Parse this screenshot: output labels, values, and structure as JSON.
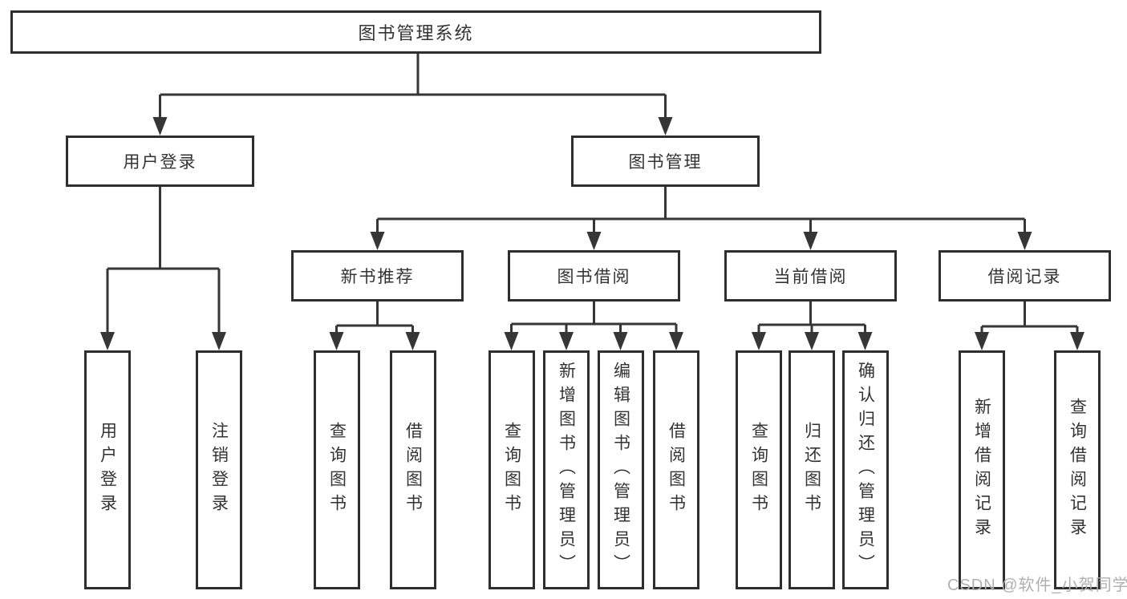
{
  "diagram": {
    "nodes": {
      "root": {
        "label": "图书管理系统"
      },
      "level2": [
        {
          "id": "user-login",
          "label": "用户登录",
          "parent": "图书管理系统"
        },
        {
          "id": "book-management",
          "label": "图书管理",
          "parent": "图书管理系统"
        }
      ],
      "level3": [
        {
          "id": "new-book-recommend",
          "label": "新书推荐",
          "parent": "图书管理"
        },
        {
          "id": "book-borrow",
          "label": "图书借阅",
          "parent": "图书管理"
        },
        {
          "id": "current-borrow",
          "label": "当前借阅",
          "parent": "图书管理"
        },
        {
          "id": "borrow-records",
          "label": "借阅记录",
          "parent": "图书管理"
        }
      ],
      "leaves": [
        {
          "label": "用户登录",
          "parent": "用户登录"
        },
        {
          "label": "注销登录",
          "parent": "用户登录"
        },
        {
          "label": "查询图书",
          "parent": "新书推荐"
        },
        {
          "label": "借阅图书",
          "parent": "新书推荐"
        },
        {
          "label": "查询图书",
          "parent": "图书借阅"
        },
        {
          "label": "新增图书（管理员）",
          "parent": "图书借阅"
        },
        {
          "label": "编辑图书（管理员）",
          "parent": "图书借阅"
        },
        {
          "label": "借阅图书",
          "parent": "图书借阅"
        },
        {
          "label": "查询图书",
          "parent": "当前借阅"
        },
        {
          "label": "归还图书",
          "parent": "当前借阅"
        },
        {
          "label": "确认归还（管理员）",
          "parent": "当前借阅"
        },
        {
          "label": "新增借阅记录",
          "parent": "借阅记录"
        },
        {
          "label": "查询借阅记录",
          "parent": "借阅记录"
        }
      ]
    },
    "colors": {
      "line": "#363636",
      "box_border": "#2e2e2e",
      "text": "#333333",
      "background": "#ffffff",
      "watermark": "#b0b0b0"
    }
  },
  "watermark": {
    "text": "CSDN @软件_小贺同学"
  }
}
